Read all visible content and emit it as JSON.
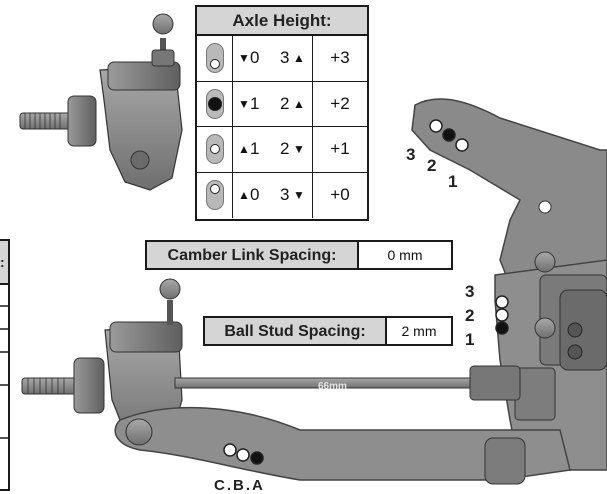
{
  "axle_height": {
    "title": "Axle Height:",
    "rows": [
      {
        "hole": "bottom",
        "dir_left": "down",
        "left_num": "0",
        "right_num": "3",
        "dir_right": "up",
        "value": "+3"
      },
      {
        "hole": "black",
        "dir_left": "down",
        "left_num": "1",
        "right_num": "2",
        "dir_right": "up",
        "value": "+2"
      },
      {
        "hole": "mid",
        "dir_left": "up",
        "left_num": "1",
        "right_num": "2",
        "dir_right": "down",
        "value": "+1"
      },
      {
        "hole": "top",
        "dir_left": "up",
        "left_num": "0",
        "right_num": "3",
        "dir_right": "down",
        "value": "+0"
      }
    ]
  },
  "camber_link": {
    "label": "Camber Link Spacing:",
    "value": "0 mm"
  },
  "ball_stud": {
    "label": "Ball Stud Spacing:",
    "value": "2 mm"
  },
  "tower_positions": [
    "3",
    "2",
    "1"
  ],
  "bulkhead_positions": [
    "3",
    "2",
    "1"
  ],
  "shaft_marking": "66mm",
  "bottom_label": "C.B.A",
  "left_table_header": ":",
  "colors": {
    "part": "#8c8c8c",
    "part_dark": "#5e5e5e",
    "label_bg": "#d5d5d5",
    "border": "#1a1a1a"
  }
}
